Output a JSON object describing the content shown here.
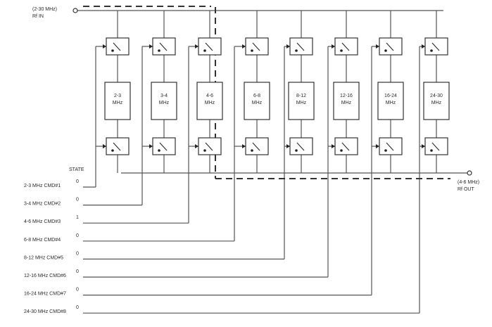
{
  "input_label": {
    "line1": "(2-30 MHz)",
    "line2": "Rf IN"
  },
  "output_label": {
    "line1": "(4-6 MHz)",
    "line2": "Rf OUT"
  },
  "state_header": "STATE",
  "channels": [
    {
      "band_top": "2-3",
      "band_unit": "MHz",
      "cmd": "2-3 MHz CMD#1",
      "state": "0"
    },
    {
      "band_top": "3-4",
      "band_unit": "MHz",
      "cmd": "3-4 MHz CMD#2",
      "state": "0"
    },
    {
      "band_top": "4-6",
      "band_unit": "MHz",
      "cmd": "4-6 MHz CMD#3",
      "state": "1"
    },
    {
      "band_top": "6-8",
      "band_unit": "MHz",
      "cmd": "6-8 MHz CMD#4",
      "state": "0"
    },
    {
      "band_top": "8-12",
      "band_unit": "MHz",
      "cmd": "8-12 MHz CMD#5",
      "state": "0"
    },
    {
      "band_top": "12-16",
      "band_unit": "MHz",
      "cmd": "12-16 MHz CMD#6",
      "state": "0"
    },
    {
      "band_top": "16-24",
      "band_unit": "MHz",
      "cmd": "16-24 MHz CMD#7",
      "state": "0"
    },
    {
      "band_top": "24-30",
      "band_unit": "MHz",
      "cmd": "24-30 MHz CMD#8",
      "state": "0"
    }
  ]
}
